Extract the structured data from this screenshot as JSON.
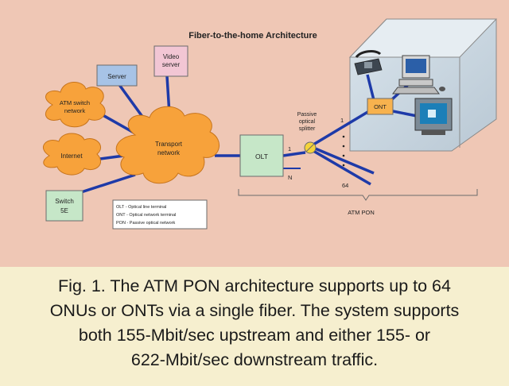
{
  "figure": {
    "title": "Fiber-to-the-home Architecture",
    "nodes": {
      "server": "Server",
      "video_server": [
        "Video",
        "server"
      ],
      "atm_switch_network": [
        "ATM switch",
        "network"
      ],
      "internet": "Internet",
      "transport_network": [
        "Transport",
        "network"
      ],
      "switch_5e": [
        "Switch",
        "5E"
      ],
      "olt": "OLT",
      "ont": "ONT",
      "passive_optical_splitter": [
        "Passive",
        "optical",
        "splitter"
      ],
      "port_1_olt": "1",
      "port_n_olt": "N",
      "port_1": "1",
      "port_64": "64",
      "atm_pon": "ATM PON"
    },
    "legend": [
      "OLT - Optical line terminal",
      "ONT - Optical network terminal",
      "PON - Passive optical network"
    ],
    "colors": {
      "background": "#efc7b5",
      "cloud": "#f7a23b",
      "server_box": "#a7c3e6",
      "video_box": "#f2c6d4",
      "olt_box": "#c6e7c8",
      "switch_box": "#c6e7c8",
      "ont_box": "#f7b24e",
      "fiber": "#1e3aa8",
      "caption_background": "#f6efcf"
    }
  },
  "caption": {
    "lines": [
      "Fig. 1. The ATM PON architecture supports up to 64",
      "ONUs or ONTs via a single fiber. The system supports",
      "both 155-Mbit/sec upstream and either 155- or",
      "622-Mbit/sec downstream traffic."
    ]
  }
}
